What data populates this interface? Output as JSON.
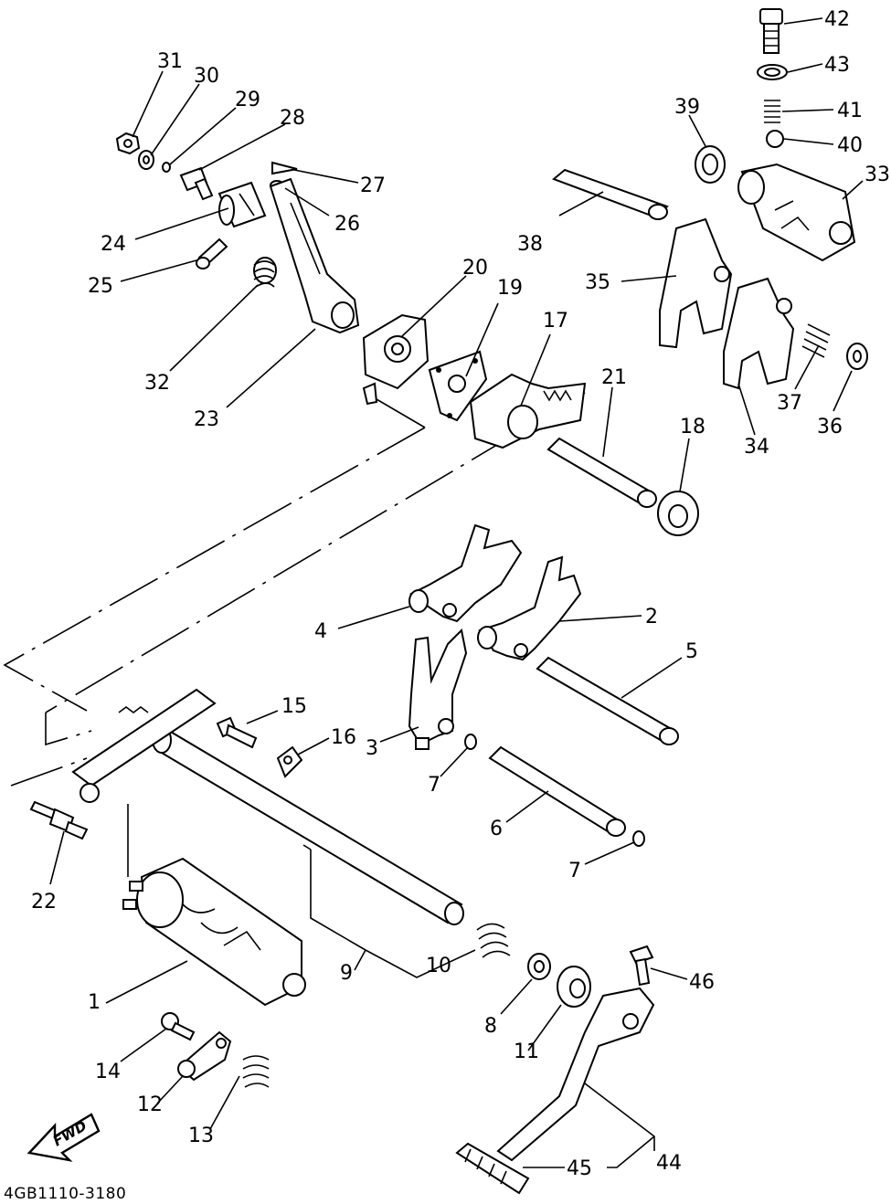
{
  "diagram": {
    "code": "4GB1110-3180",
    "fwd_label": "FWD",
    "callouts": {
      "p1": "1",
      "p2": "2",
      "p3": "3",
      "p4": "4",
      "p5": "5",
      "p6": "6",
      "p7a": "7",
      "p7b": "7",
      "p8": "8",
      "p9": "9",
      "p10": "10",
      "p11": "11",
      "p12": "12",
      "p13": "13",
      "p14": "14",
      "p15": "15",
      "p16": "16",
      "p17": "17",
      "p18": "18",
      "p19": "19",
      "p20": "20",
      "p21": "21",
      "p22": "22",
      "p23": "23",
      "p24": "24",
      "p25": "25",
      "p26": "26",
      "p27": "27",
      "p28": "28",
      "p29": "29",
      "p30": "30",
      "p31": "31",
      "p32": "32",
      "p33": "33",
      "p34": "34",
      "p35": "35",
      "p36": "36",
      "p37": "37",
      "p38": "38",
      "p39": "39",
      "p40": "40",
      "p41": "41",
      "p42": "42",
      "p43": "43",
      "p44": "44",
      "p45": "45",
      "p46": "46"
    }
  }
}
